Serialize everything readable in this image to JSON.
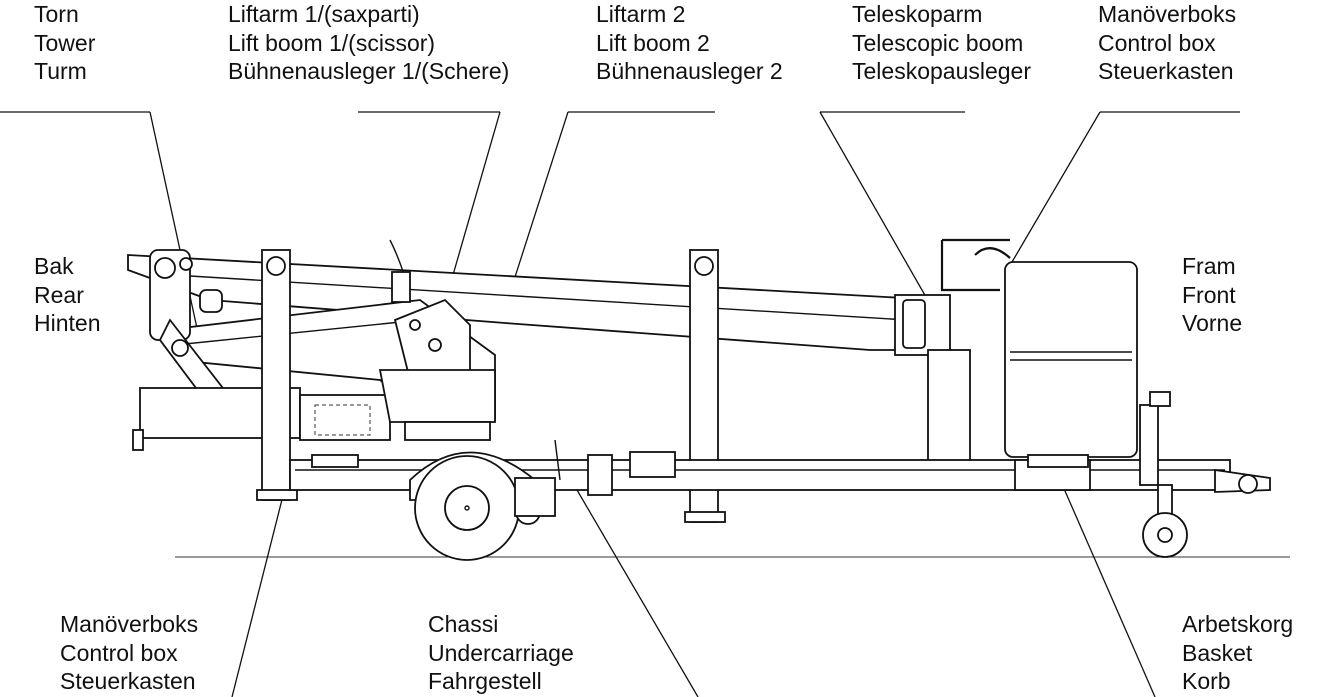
{
  "labels": {
    "tower": [
      "Torn",
      "Tower",
      "Turm"
    ],
    "lift_boom_1": [
      "Liftarm 1/(saxparti)",
      "Lift boom 1/(scissor)",
      "Bühnenausleger 1/(Schere)"
    ],
    "lift_boom_2": [
      "Liftarm 2",
      "Lift boom 2",
      "Bühnenausleger 2"
    ],
    "telescopic_boom": [
      "Teleskoparm",
      "Telescopic boom",
      "Teleskopausleger"
    ],
    "control_box_top": [
      "Manöverboks",
      "Control box",
      "Steuerkasten"
    ],
    "rear": [
      "Bak",
      "Rear",
      "Hinten"
    ],
    "front": [
      "Fram",
      "Front",
      "Vorne"
    ],
    "control_box_bottom": [
      "Manöverboks",
      "Control box",
      "Steuerkasten"
    ],
    "undercarriage": [
      "Chassi",
      "Undercarriage",
      "Fahrgestell"
    ],
    "basket": [
      "Arbetskorg",
      "Basket",
      "Korb"
    ]
  }
}
